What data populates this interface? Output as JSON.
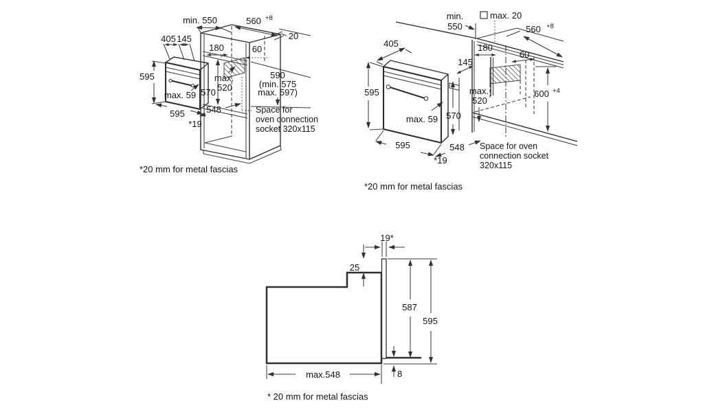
{
  "page": {
    "background": "#ffffff",
    "line_color": "#2e2e2e",
    "text_color": "#141414"
  },
  "diagrams": {
    "top_left": {
      "title_semantic": "tall cabinet installation",
      "niche_depth": "min. 550",
      "niche_width": "560",
      "niche_width_sup": "+8",
      "rear_gap": "20",
      "front_depth": "405",
      "panel_depth": "145",
      "top_clearance": "180",
      "socket_offset": "60",
      "oven_height": "595",
      "max_depth_1": "max.",
      "max_depth_2": "520",
      "niche_inner_height": "570",
      "fascia_depth": "max. 59",
      "oven_width": "595",
      "oven_depth": "548",
      "fascia_note": "*19",
      "niche_height_1": "590",
      "niche_height_2": "(min. 575",
      "niche_height_3": "max. 597)",
      "socket_note_1": "Space for",
      "socket_note_2": "oven connection",
      "socket_note_3": "socket 320x115",
      "footnote": "*20 mm for metal fascias"
    },
    "top_right": {
      "title_semantic": "under-counter installation",
      "niche_depth_1": "min.",
      "niche_depth_2": "550",
      "fascia_gap": "max. 20",
      "niche_width": "560",
      "niche_width_sup": "+8",
      "front_depth": "405",
      "top_clearance": "180",
      "socket_front_offset": "145",
      "socket_offset": "60",
      "oven_height": "595",
      "max_depth_1": "max.",
      "max_depth_2": "520",
      "niche_inner_height": "570",
      "fascia_depth": "max. 59",
      "worktop_height": "600",
      "worktop_height_sup": "+4",
      "oven_width": "595",
      "oven_depth": "548",
      "fascia_note": "*19",
      "socket_note_1": "Space for oven",
      "socket_note_2": "connection socket",
      "socket_note_3": "320x115",
      "footnote": "*20 mm for metal fascias"
    },
    "bottom": {
      "title_semantic": "side profile",
      "fascia_thickness": "19*",
      "top_inset": "25",
      "case_height": "587",
      "front_height": "595",
      "case_depth": "max.548",
      "bottom_inset": "8",
      "footnote": "* 20 mm for metal fascias"
    }
  }
}
